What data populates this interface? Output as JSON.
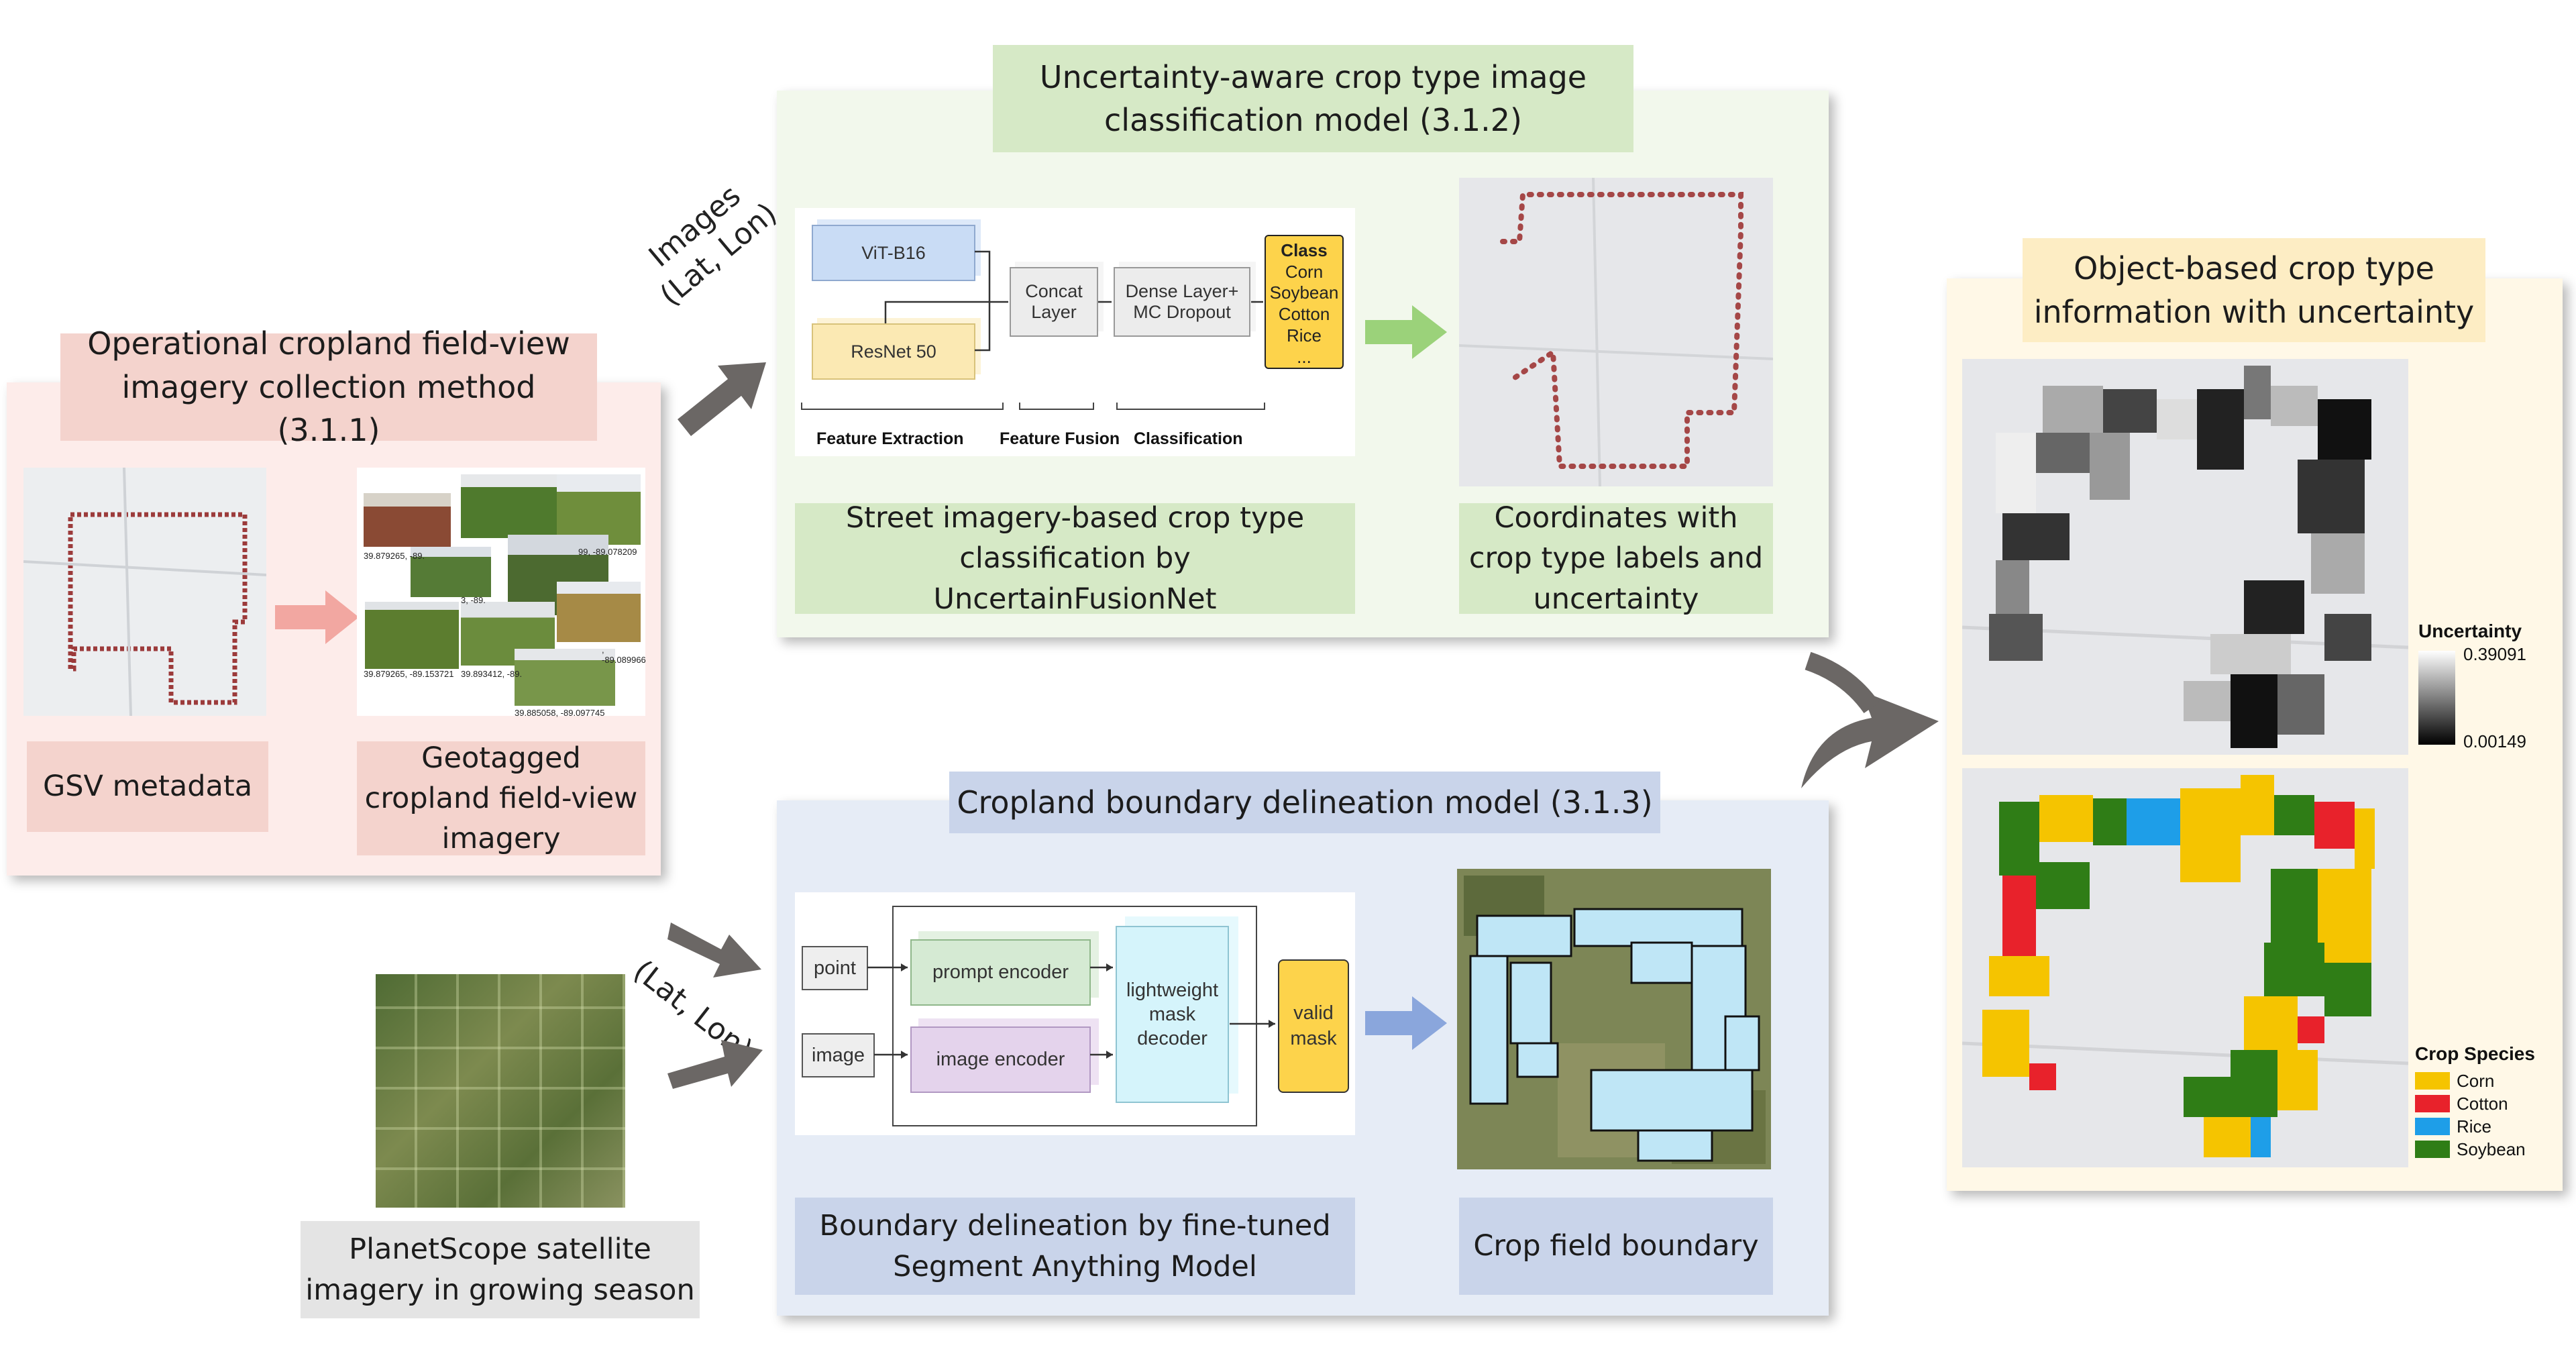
{
  "collection": {
    "title": "Operational cropland field-view imagery collection method (3.1.1)",
    "gsv_caption": "GSV metadata",
    "geotag_caption": "Geotagged cropland field-view imagery",
    "coords": [
      "39.879265, -89.153721",
      "39.893412, -89.",
      "39.885058, -89.097745",
      "39.879265, -89.",
      "99, -89.078209",
      "3, -89.",
      ", -89.089966"
    ]
  },
  "classification": {
    "title": "Uncertainty-aware crop type image classification model (3.1.2)",
    "arrow_label": "Images (Lat, Lon)",
    "caption_left": "Street imagery-based crop type classification by UncertainFusionNet",
    "caption_right": "Coordinates with crop type labels and uncertainty",
    "vit": "ViT-B16",
    "resnet": "ResNet 50",
    "concat": "Concat Layer",
    "dense": "Dense Layer+ MC Dropout",
    "class_head": "Class",
    "classes": [
      "Corn",
      "Soybean",
      "Cotton",
      "Rice",
      "..."
    ],
    "stage_extraction": "Feature Extraction",
    "stage_fusion": "Feature Fusion",
    "stage_classification": "Classification"
  },
  "boundary": {
    "title": "Cropland boundary delineation model (3.1.3)",
    "arrow_label": "(Lat, Lon)",
    "caption_left": "Boundary delineation by fine-tuned Segment Anything Model",
    "caption_right": "Crop field boundary",
    "point": "point",
    "image": "image",
    "prompt_encoder": "prompt encoder",
    "image_encoder": "image encoder",
    "mask_decoder": "lightweight mask decoder",
    "valid_mask": "valid mask"
  },
  "planet": {
    "caption": "PlanetScope satellite imagery in growing season"
  },
  "output": {
    "title": "Object-based crop type information with uncertainty",
    "uncertainty_title": "Uncertainty",
    "uncertainty_max": "0.39091",
    "uncertainty_min": "0.00149",
    "species_title": "Crop Species",
    "species": [
      {
        "name": "Corn",
        "color": "#f5c400"
      },
      {
        "name": "Cotton",
        "color": "#e8222b"
      },
      {
        "name": "Rice",
        "color": "#1e9ee8"
      },
      {
        "name": "Soybean",
        "color": "#2f7d16"
      }
    ]
  },
  "colors": {
    "pink_panel": "#fdecea",
    "pink_label": "#f4d3cd",
    "green_panel": "#f2f8ec",
    "green_label": "#d6e9c6",
    "blue_panel": "#e6ecf6",
    "blue_label": "#c9d4ea",
    "yellow_panel": "#fff8e7",
    "yellow_label": "#fdedc4",
    "gray_label": "#e4e4e4",
    "arrow_gray": "#6b6765"
  }
}
